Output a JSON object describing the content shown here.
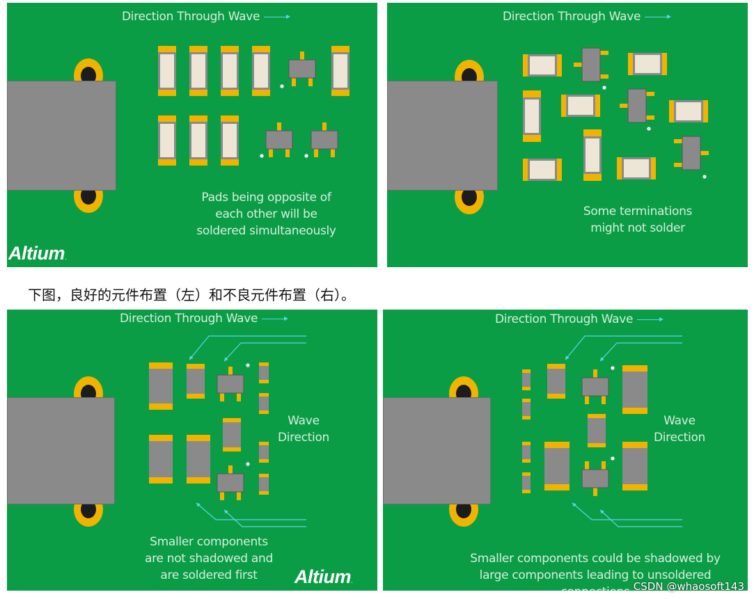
{
  "panels": [
    {
      "id": "top-left",
      "header": "Direction Through Wave",
      "body_lines": [
        "Pads being opposite of",
        "each other will be",
        "soldered simultaneously"
      ],
      "logo": "Altium",
      "logo_tm": "."
    },
    {
      "id": "top-right",
      "header": "Direction Through Wave",
      "body_lines": [
        "Some terminations",
        "might not solder"
      ]
    },
    {
      "id": "bottom-left",
      "header": "Direction Through Wave",
      "side_label_lines": [
        "Wave",
        "Direction"
      ],
      "body_lines": [
        "Smaller components",
        "are not shadowed and",
        "are soldered first"
      ],
      "logo": "Altium",
      "logo_tm": "."
    },
    {
      "id": "bottom-right",
      "header": "Direction Through Wave",
      "side_label_lines": [
        "Wave",
        "Direction"
      ],
      "body_lines": [
        "Smaller components could be shadowed by",
        "large components leading to unsoldered connections"
      ]
    }
  ],
  "caption": "下图，良好的元件布置（左）和不良元件布置（右）。",
  "watermark": "CSDN @whaosoft143",
  "colors": {
    "board_green": "#0a9d45",
    "pad_gold": "#f0b400",
    "component_gray": "#8a8a8a",
    "component_body_light": "#ede6d6",
    "arrow_cyan": "#5fd3e6",
    "text_light": "#d8eedd"
  }
}
